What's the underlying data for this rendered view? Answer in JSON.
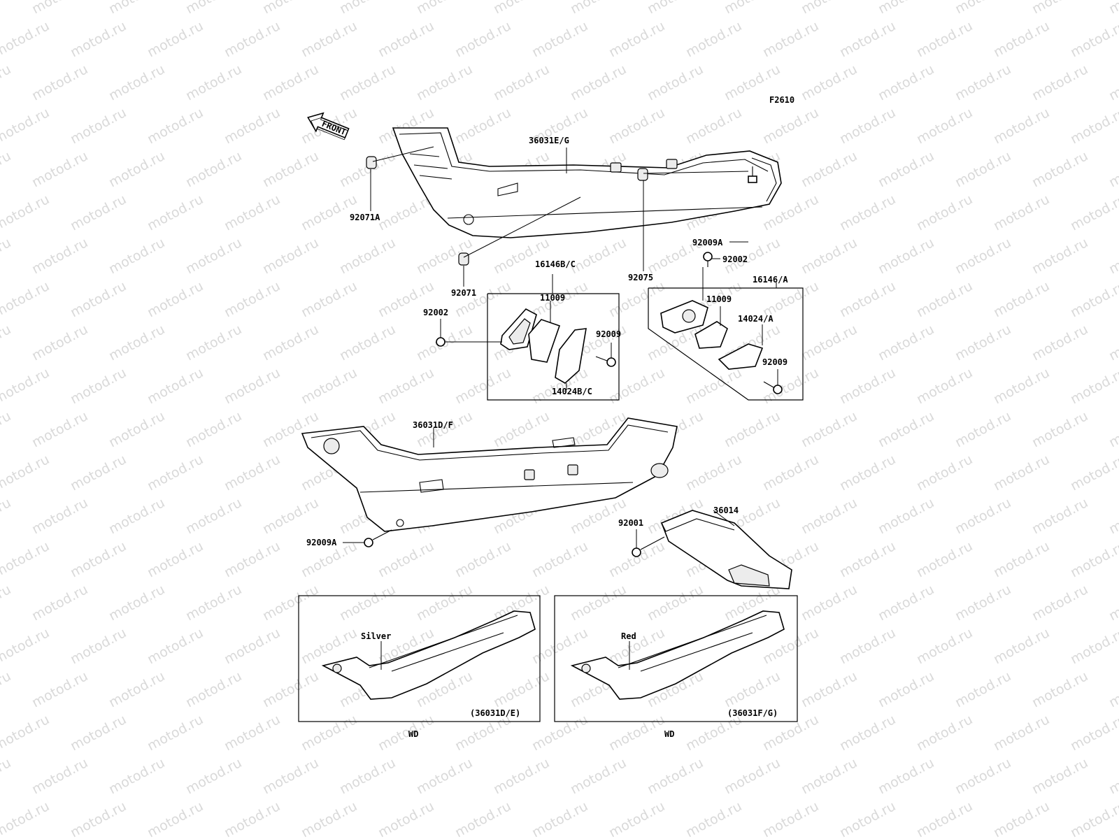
{
  "watermark": {
    "text": "motod.ru"
  },
  "figure_code": "F2610",
  "front_arrow_label": "FRONT",
  "labels": {
    "p36031EG": "36031E/G",
    "p92071A": "92071A",
    "p92071": "92071",
    "p92075": "92075",
    "p92009A_top": "92009A",
    "p92002_right": "92002",
    "p16146A": "16146/A",
    "p16146BC": "16146B/C",
    "p11009_left": "11009",
    "p11009_right": "11009",
    "p14024A": "14024/A",
    "p92002_left": "92002",
    "p92009_left": "92009",
    "p92009_right": "92009",
    "p14024BC": "14024B/C",
    "p36031DF": "36031D/F",
    "p92009A_bottom": "92009A",
    "p92001": "92001",
    "p36014": "36014"
  },
  "insets": [
    {
      "color_label": "Silver",
      "ref": "(36031D/E)",
      "market": "WD"
    },
    {
      "color_label": "Red",
      "ref": "(36031F/G)",
      "market": "WD"
    }
  ]
}
